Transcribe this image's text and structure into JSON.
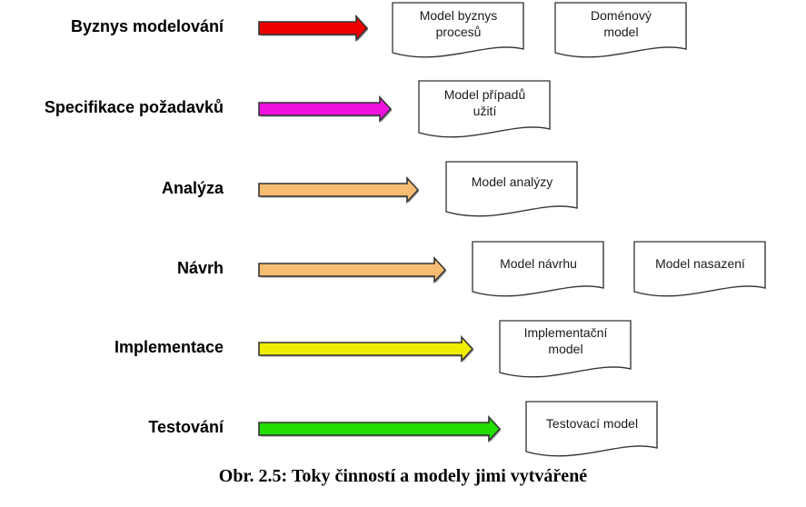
{
  "diagram": {
    "caption": "Obr. 2.5: Toky činností a modely jimi vytvářené",
    "rows": [
      {
        "label": "Byznys modelování",
        "arrow_color": "#ee0000",
        "documents": [
          {
            "lines": [
              "Model byznys",
              "procesů"
            ]
          },
          {
            "lines": [
              "Doménový",
              "model"
            ]
          }
        ]
      },
      {
        "label": "Specifikace požadavků",
        "arrow_color": "#ee11dd",
        "documents": [
          {
            "lines": [
              "Model případů",
              "užití"
            ]
          }
        ]
      },
      {
        "label": "Analýza",
        "arrow_color": "#f7bd73",
        "documents": [
          {
            "lines": [
              "Model analýzy"
            ]
          }
        ]
      },
      {
        "label": "Návrh",
        "arrow_color": "#f7bd73",
        "documents": [
          {
            "lines": [
              "Model návrhu"
            ]
          },
          {
            "lines": [
              "Model nasazení"
            ]
          }
        ]
      },
      {
        "label": "Implementace",
        "arrow_color": "#eeee00",
        "documents": [
          {
            "lines": [
              "Implementační",
              "model"
            ]
          }
        ]
      },
      {
        "label": "Testování",
        "arrow_color": "#22dd00",
        "documents": [
          {
            "lines": [
              "Testovací model"
            ]
          }
        ]
      }
    ]
  }
}
